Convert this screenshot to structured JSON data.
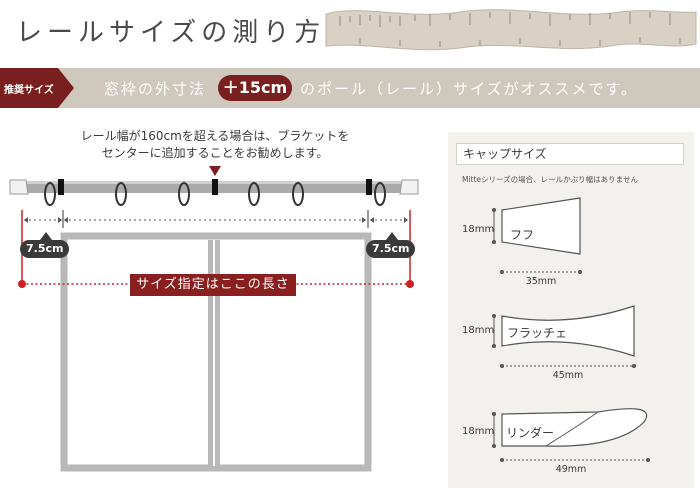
{
  "header": {
    "title": "レールサイズの測り方"
  },
  "banner": {
    "tag": "推奨サイズ",
    "lead": "窓枠の外寸法",
    "highlight": "＋15cm",
    "trail": "のポール（レール）サイズがオススメです。"
  },
  "note": {
    "line1": "レール幅が160cmを超える場合は、ブラケットを",
    "line2": "センターに追加することをお勧めします。"
  },
  "diagram": {
    "left_offset": "7.5cm",
    "right_offset": "7.5cm",
    "size_label": "サイズ指定はここの長さ"
  },
  "caps": {
    "title": "キャップサイズ",
    "note": "Mitteシリーズの場合、レールかぶり幅はありません",
    "items": [
      {
        "name": "フフ",
        "height": "18mm",
        "width": "35mm"
      },
      {
        "name": "フラッチェ",
        "height": "18mm",
        "width": "45mm"
      },
      {
        "name": "リンダー",
        "height": "18mm",
        "width": "49mm"
      }
    ]
  },
  "colors": {
    "accent": "#7a1f1f",
    "banner": "#cfc8bd",
    "guide": "#cc2222",
    "frame": "#b8b8b8"
  }
}
